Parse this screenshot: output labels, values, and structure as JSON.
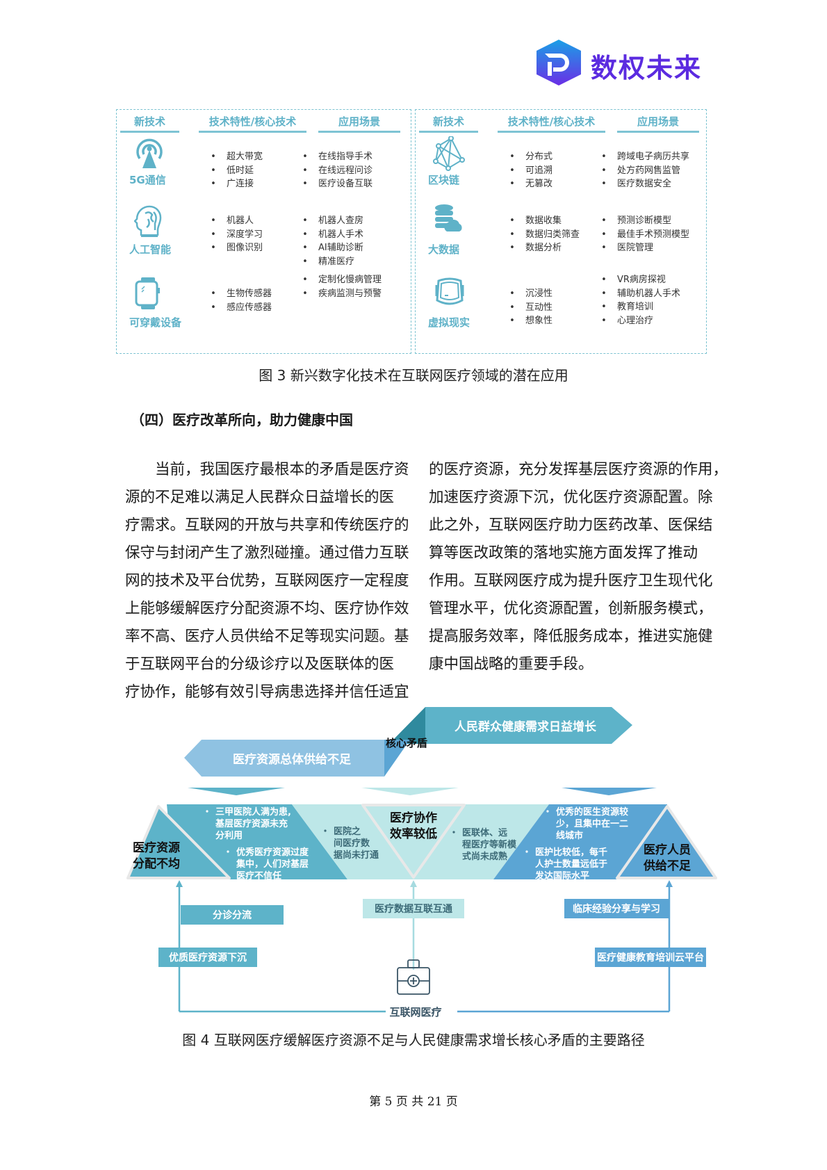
{
  "header": {
    "logo_text": "数权未来",
    "brand_color": "#5b2be0"
  },
  "figure3": {
    "panels": [
      {
        "headers": [
          "新技术",
          "技术特性/核心技术",
          "应用场景"
        ],
        "rows": [
          {
            "name": "5G通信",
            "icon": "antenna-signal-icon",
            "features": [
              "超大带宽",
              "低时延",
              "广连接"
            ],
            "scenarios": [
              "在线指导手术",
              "在线远程问诊",
              "医疗设备互联"
            ]
          },
          {
            "name": "人工智能",
            "icon": "ai-head-icon",
            "features": [
              "机器人",
              "深度学习",
              "图像识别"
            ],
            "scenarios": [
              "机器人查房",
              "机器人手术",
              "AI辅助诊断",
              "精准医疗"
            ]
          },
          {
            "name": "可穿戴设备",
            "icon": "smartwatch-icon",
            "features": [
              "生物传感器",
              "感应传感器"
            ],
            "scenarios": [
              "定制化慢病管理",
              "疾病监测与预警"
            ]
          }
        ]
      },
      {
        "headers": [
          "新技术",
          "技术特性/核心技术",
          "应用场景"
        ],
        "rows": [
          {
            "name": "区块链",
            "icon": "blockchain-network-icon",
            "features": [
              "分布式",
              "可追溯",
              "无篡改"
            ],
            "scenarios": [
              "跨域电子病历共享",
              "处方药网售监管",
              "医疗数据安全"
            ]
          },
          {
            "name": "大数据",
            "icon": "database-cloud-icon",
            "features": [
              "数据收集",
              "数据归类筛查",
              "数据分析"
            ],
            "scenarios": [
              "预测诊断模型",
              "最佳手术预测模型",
              "医院管理"
            ]
          },
          {
            "name": "虚拟现实",
            "icon": "vr-headset-icon",
            "features": [
              "沉浸性",
              "互动性",
              "想象性"
            ],
            "scenarios": [
              "VR病房探视",
              "辅助机器人手术",
              "教育培训",
              "心理治疗"
            ]
          }
        ]
      }
    ],
    "caption": "图 3  新兴数字化技术在互联网医疗领域的潜在应用",
    "accent_color": "#5fb2c8"
  },
  "section": {
    "heading": "（四）医疗改革所向，助力健康中国",
    "left_lines": [
      "当前，我国医疗最根本的矛盾是医疗资",
      "源的不足难以满足人民群众日益增长的医",
      "疗需求。互联网的开放与共享和传统医疗的",
      "保守与封闭产生了激烈碰撞。通过借力互联",
      "网的技术及平台优势，互联网医疗一定程度",
      "上能够缓解医疗分配资源不均、医疗协作效",
      "率不高、医疗人员供给不足等现实问题。基",
      "于互联网平台的分级诊疗以及医联体的医",
      "疗协作，能够有效引导病患选择并信任适宜"
    ],
    "right_lines": [
      "的医疗资源，充分发挥基层医疗资源的作用，",
      "加速医疗资源下沉，优化医疗资源配置。除",
      "此之外，互联网医疗助力医药改革、医保结",
      "算等医改政策的落地实施方面发挥了推动",
      "作用。互联网医疗成为提升医疗卫生现代化",
      "管理水平，优化资源配置，创新服务模式，",
      "提高服务效率，降低服务成本，推进实施健",
      "康中国战略的重要手段。"
    ]
  },
  "figure4": {
    "demand_arrow": "人民群众健康需求日益增长",
    "supply_arrow": "医疗资源总体供给不足",
    "core_label": "核心矛盾",
    "problems": [
      {
        "title": [
          "医疗资源",
          "分配不均"
        ],
        "bullets": [
          [
            "三甲医院人满为患,",
            "基层医疗资源未充",
            "分利用"
          ],
          [
            "优秀医疗资源过度",
            "集中，人们对基层",
            "医疗不信任"
          ]
        ]
      },
      {
        "title": [
          "医疗协作",
          "效率较低"
        ],
        "bullets": [
          [
            "医院之",
            "间医疗数",
            "据尚未打通"
          ],
          [
            "医联体、远",
            "程医疗等新模",
            "式尚未成熟"
          ]
        ]
      },
      {
        "title": [
          "医疗人员",
          "供给不足"
        ],
        "bullets": [
          [
            "优秀的医生资源较",
            "少，且集中在一二",
            "线城市"
          ],
          [
            "医护比较低，每千",
            "人护士数量远低于",
            "发达国际水平"
          ]
        ]
      }
    ],
    "paths": [
      "分诊分流",
      "优质医疗资源下沉",
      "医疗数据互联互通",
      "临床经验分享与学习",
      "医疗健康教育培训云平台"
    ],
    "center_label": "互联网医疗",
    "center_icon": "medical-kit-icon",
    "colors": {
      "teal": "#5db3c9",
      "light": "#bde7e8",
      "blue": "#5ba5d4",
      "dark_teal": "#2f8a9e",
      "pale_blue": "#8fc2e2"
    },
    "caption": "图 4  互联网医疗缓解医疗资源不足与人民健康需求增长核心矛盾的主要路径"
  },
  "footer": {
    "page": "第 5 页 共 21 页"
  }
}
